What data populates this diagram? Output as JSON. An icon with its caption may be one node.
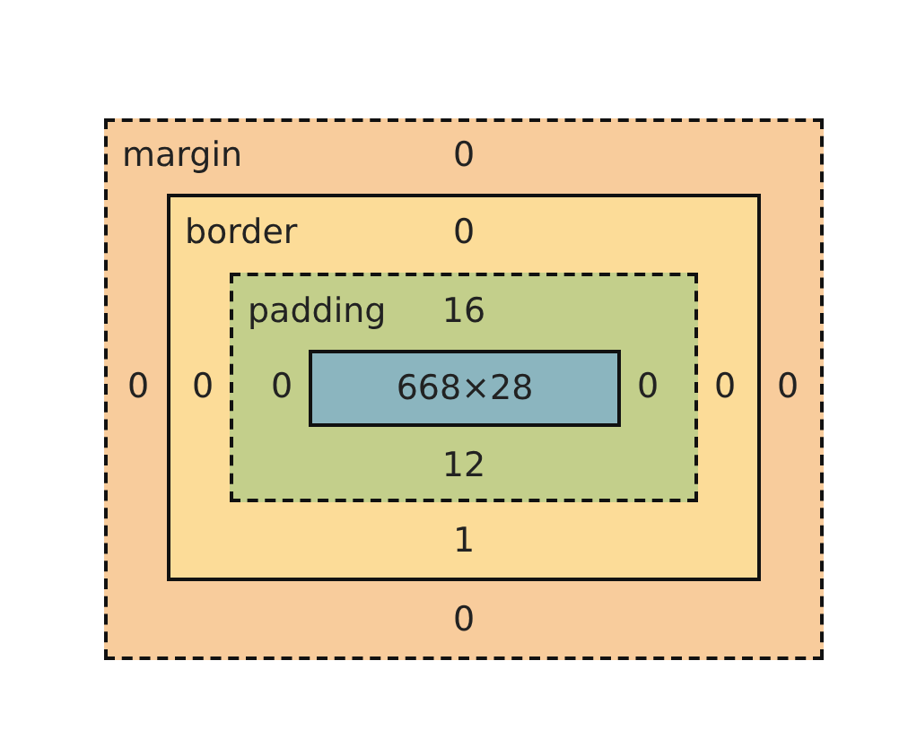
{
  "diagram": {
    "nodes": [
      {
        "text": [
          "margin",
          "0",
          "0",
          "0",
          "0"
        ]
      },
      {
        "text": [
          "border",
          "0",
          "0",
          "0",
          "1"
        ],
        "in": 0
      },
      {
        "text": [
          "padding",
          "16",
          "0",
          "0",
          "12"
        ],
        "in": 1
      },
      {
        "text": [
          "668×28"
        ],
        "in": 2
      }
    ],
    "edges": []
  }
}
